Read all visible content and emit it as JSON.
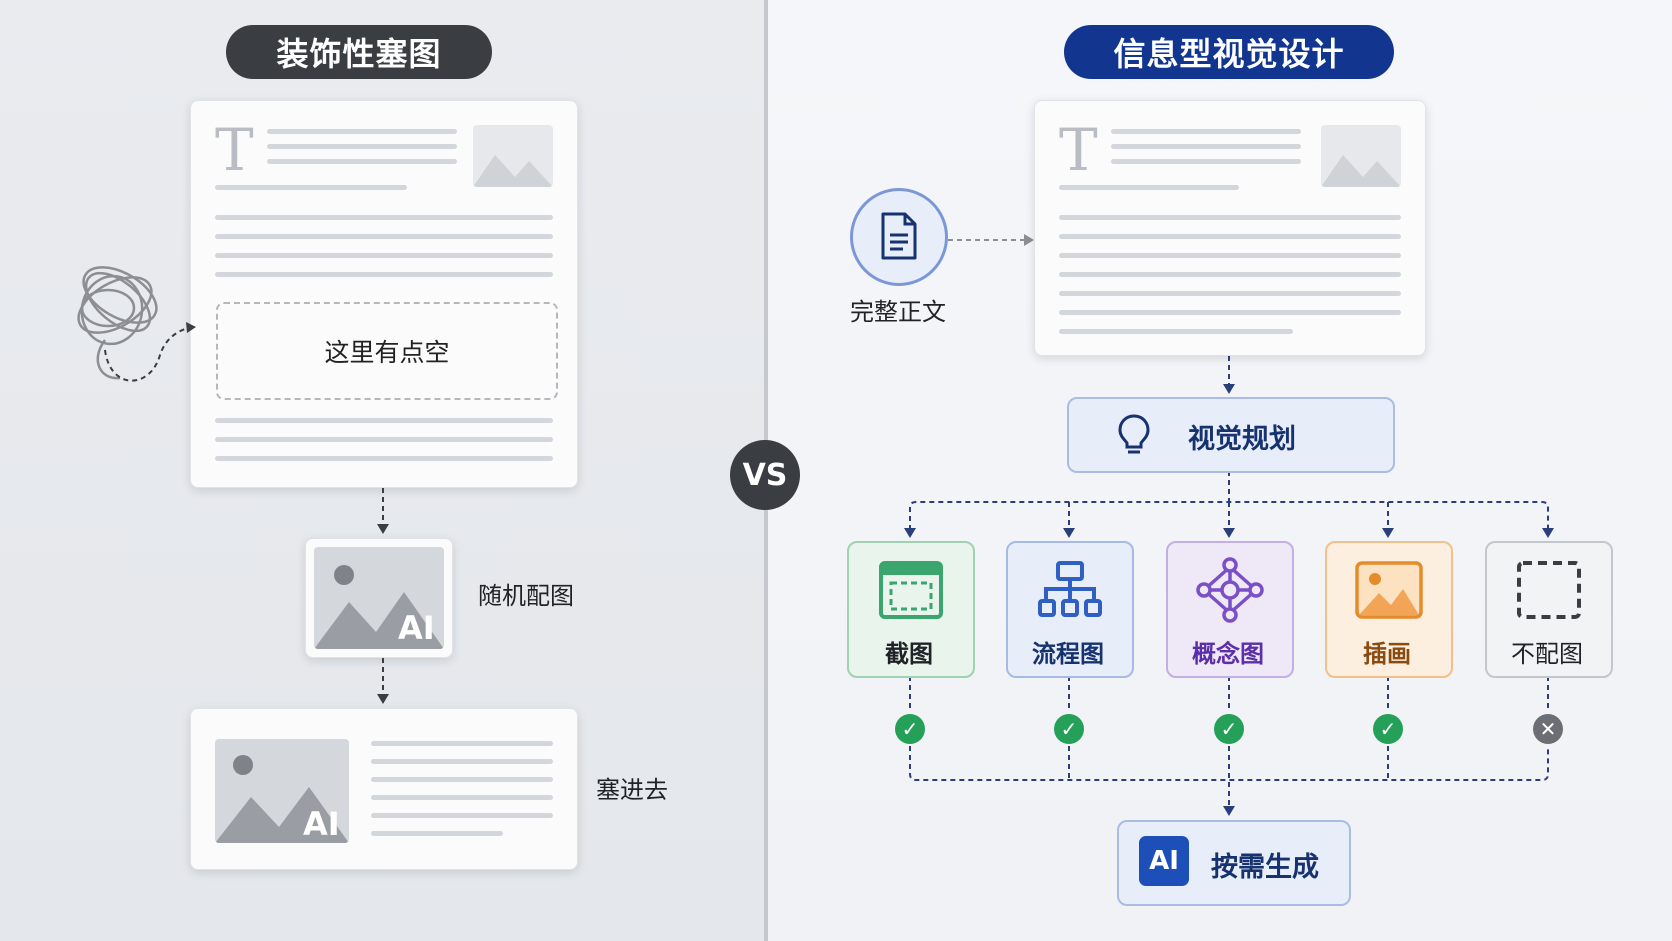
{
  "left": {
    "title": "装饰性塞图",
    "empty_text": "这里有点空",
    "step_random": "随机配图",
    "step_insert": "塞进去",
    "ai_text": "AI"
  },
  "vs": "VS",
  "right": {
    "title": "信息型视觉设计",
    "source_label": "完整正文",
    "planning_label": "视觉规划",
    "options": [
      {
        "label": "截图",
        "status": "check",
        "color": "#3aa56d"
      },
      {
        "label": "流程图",
        "status": "check",
        "color": "#2f5fc2"
      },
      {
        "label": "概念图",
        "status": "check",
        "color": "#7a4fc8"
      },
      {
        "label": "插画",
        "status": "check",
        "color": "#e48b2c"
      },
      {
        "label": "不配图",
        "status": "cross",
        "color": "#6b6e74"
      }
    ],
    "generate_label": "按需生成",
    "ai_badge": "AI"
  },
  "colors": {
    "dark_pill": "#3a3d42",
    "blue_pill": "#12368f",
    "check": "#25a059",
    "cross": "#6b6e74"
  },
  "icons": {
    "doc": "document-icon",
    "plan": "lightbulb-icon",
    "screenshot": "browser-window-icon",
    "flow": "flowchart-icon",
    "concept": "network-nodes-icon",
    "illustration": "image-icon",
    "none": "dashed-square-icon",
    "ai": "ai-sparkle-icon",
    "scribble": "tangled-scribble-icon"
  }
}
